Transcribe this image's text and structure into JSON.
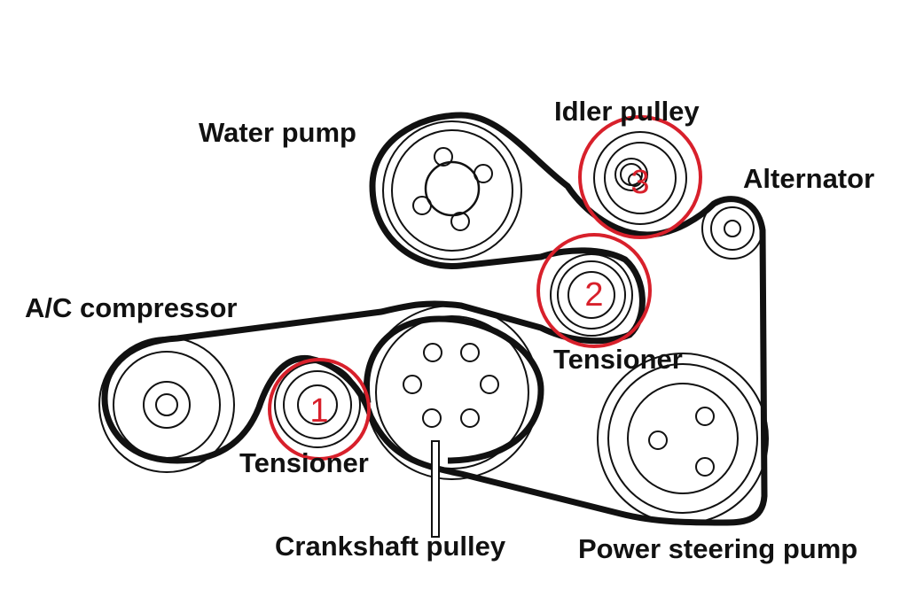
{
  "labels": {
    "water_pump": "Water pump",
    "idler_pulley": "Idler pulley",
    "alternator": "Alternator",
    "ac_compressor": "A/C compressor",
    "tensioner_upper": "Tensioner",
    "tensioner_lower": "Tensioner",
    "crankshaft_pulley": "Crankshaft pulley",
    "power_steering_pump": "Power steering pump"
  },
  "markers": [
    {
      "number": "1",
      "target": "lower tensioner"
    },
    {
      "number": "2",
      "target": "upper tensioner"
    },
    {
      "number": "3",
      "target": "idler pulley"
    }
  ],
  "colors": {
    "belt": "#111111",
    "marker": "#d8202b",
    "background": "#ffffff"
  }
}
